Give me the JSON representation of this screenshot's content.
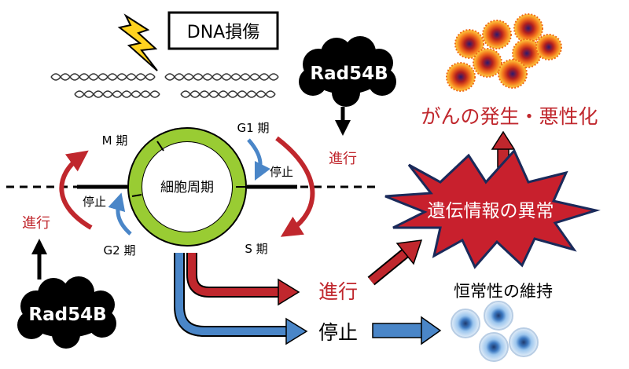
{
  "title": "DNA損傷",
  "rad54b_top": "Rad54B",
  "rad54b_left": "Rad54B",
  "cancer_label": "がんの発生・悪性化",
  "progress_right": "進行",
  "progress_left": "進行",
  "progress_bottom": "進行",
  "stop_g1": "停止",
  "stop_g2": "停止",
  "stop_bottom": "停止",
  "phase_m": "M 期",
  "phase_g1": "G1 期",
  "phase_s": "S 期",
  "phase_g2": "G2 期",
  "cell_cycle": "細胞周期",
  "genetic_abnormality": "遺伝情報の異常",
  "homeostasis": "恒常性の維持",
  "colors": {
    "red": "#c0272d",
    "blue": "#4a86c8",
    "green": "#99cc33",
    "star": "#c8202d",
    "cloud": "#000000",
    "lightning": "#ffd21f"
  }
}
